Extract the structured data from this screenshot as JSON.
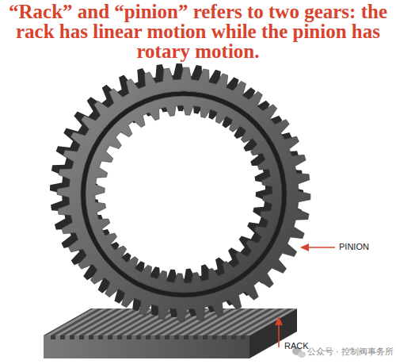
{
  "diagram": {
    "title": "“Rack” and “pinion” refers to two gears: the rack has linear motion while the pinion has rotary motion.",
    "labels": [
      "PINION",
      "RACK",
      "公众号 · 控制阀事务所"
    ]
  }
}
